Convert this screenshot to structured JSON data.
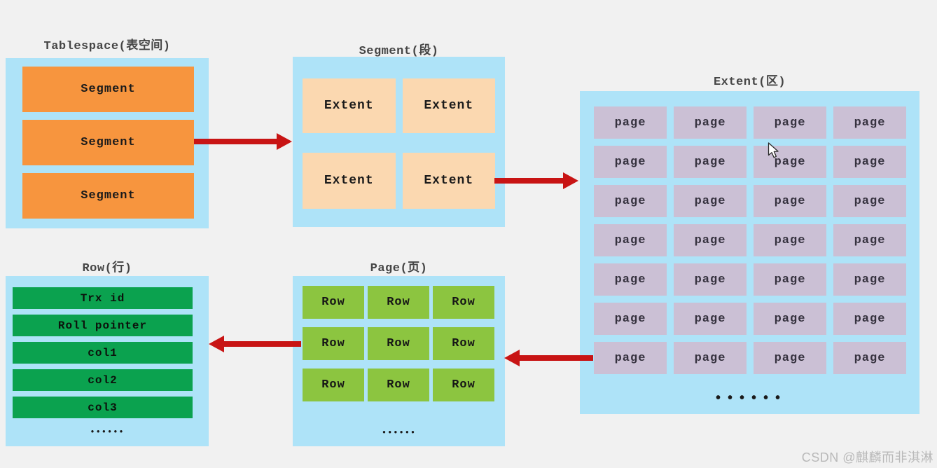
{
  "colors": {
    "background": "#f1f1f1",
    "panel_blue": "#aee3f8",
    "segment_orange": "#f7953e",
    "extent_peach": "#fbd8b0",
    "page_purple": "#cbc0d5",
    "row_light_green": "#8cc540",
    "field_dark_green": "#0ba24f",
    "arrow_red": "#c81414",
    "title_text": "#454545",
    "watermark_gray": "#b9b9b9"
  },
  "sections": {
    "tablespace": {
      "title": "Tablespace(表空间)",
      "segments": [
        "Segment",
        "Segment",
        "Segment"
      ]
    },
    "segment": {
      "title": "Segment(段)",
      "extents": [
        "Extent",
        "Extent",
        "Extent",
        "Extent"
      ]
    },
    "extent": {
      "title": "Extent(区)",
      "pages": [
        "page",
        "page",
        "page",
        "page",
        "page",
        "page",
        "page",
        "page",
        "page",
        "page",
        "page",
        "page",
        "page",
        "page",
        "page",
        "page",
        "page",
        "page",
        "page",
        "page",
        "page",
        "page",
        "page",
        "page",
        "page",
        "page",
        "page",
        "page"
      ],
      "ellipsis": "••••••"
    },
    "page": {
      "title": "Page(页)",
      "rows": [
        "Row",
        "Row",
        "Row",
        "Row",
        "Row",
        "Row",
        "Row",
        "Row",
        "Row"
      ],
      "ellipsis": "••••••"
    },
    "row": {
      "title": "Row(行)",
      "fields": [
        "Trx id",
        "Roll pointer",
        "col1",
        "col2",
        "col3"
      ],
      "ellipsis": "••••••"
    }
  },
  "watermark": "CSDN @麒麟而非淇淋"
}
